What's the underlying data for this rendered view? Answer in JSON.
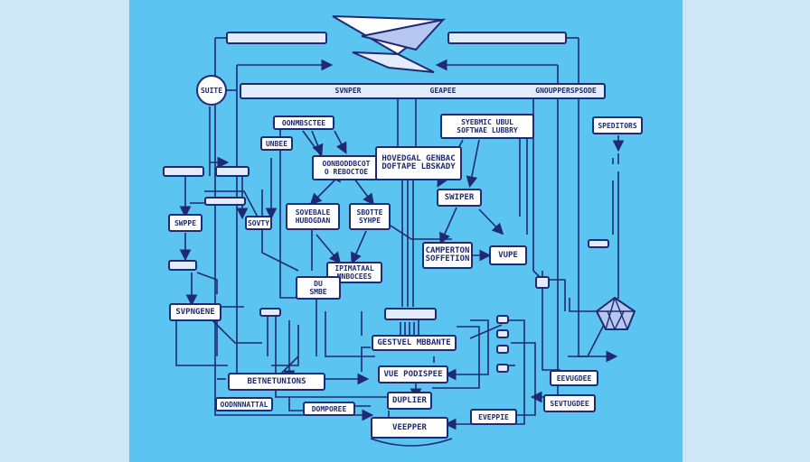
{
  "colors": {
    "panel": "#5cc4f0",
    "side": "#cfe6f7",
    "line": "#1f2a73",
    "box": "#ffffff",
    "box_light": "#e3ecfb"
  },
  "icons": {
    "top": "paper-plane-icon",
    "right": "crystal-gem-icon"
  },
  "labels": {
    "suite": "SUITE",
    "header_left": "SVNPER",
    "header_mid": "GEAPEE",
    "header_right": "GNOUPPERSPSODE",
    "speditors": "SPEDITORS",
    "top_small": "OONMBSCTEE",
    "synbmic": "SYEBMIC UBUL\nSOFTWAE LUBBRY",
    "unbee": "UNBEE",
    "mid_left": "OONBODDBCOT\nO REBOCTOE",
    "hovedgal": "HOVEDGAL GENBAC\nDOFTAPE LBSKADY",
    "sovebale": "SOVEBALE\nHUBOGDAN",
    "sbotte": "SBOTTE\nSYHPE",
    "swiper": "SWIPER",
    "swppe": "SWPPE",
    "sovty": "SOVTY",
    "camperton": "CAMPERTON\nSOFFETION",
    "vupe": "VUPE",
    "ipimatal": "IPIMATAAL\nMNBOCEES",
    "duo": "DU\nSMBE",
    "svpngene": "SVPNGENE",
    "gestvel": "GESTVEL MBBANTE",
    "betnetunions": "BETNETUNIONS",
    "vue_podispee": "VUE PODISPEE",
    "duplier": "DUPLIER",
    "oodnnnattal": "OODNNNATTAL",
    "domporee": "DOMPOREE",
    "evepple": "EVEPPIE",
    "sevtugdee": "SEVTUGDEE",
    "eevugdee": "EEVUGDEE",
    "vepper": "VEEPPER"
  }
}
